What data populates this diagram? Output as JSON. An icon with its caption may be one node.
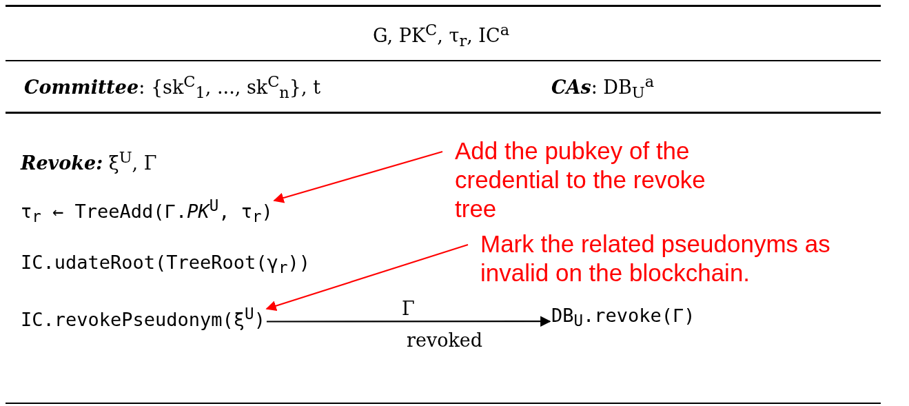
{
  "diagram": {
    "nodes": [
      {
        "text": [
          "Add the pubkey of the credential to the revoke tree"
        ]
      },
      {
        "text": [
          "τ$_{r}$ ← TreeAdd(Γ.*PK*$^{U}$, τ$_{r}$)"
        ]
      },
      {
        "text": [
          "Mark the related pseudonyms as invalid on the blockchain."
        ]
      },
      {
        "text": [
          "IC.revokePseudonym(ξ$^{U}$)"
        ]
      },
      {
        "text": [
          "DB$_{U}$.revoke(Γ)"
        ]
      }
    ],
    "edges": [
      {
        "from": 0,
        "to": 1,
        "arrow": "to",
        "color": "#ff0000"
      },
      {
        "from": 2,
        "to": 3,
        "arrow": "to",
        "color": "#ff0000"
      },
      {
        "from": 3,
        "to": 4,
        "arrow": "to",
        "label": "Γ",
        "color": "#000000"
      }
    ],
    "labels": [
      "G, PK$^{C}$, τ$_{r}$, IC$^{a}$",
      "**Committee**: {sk$^{C}$$_{1}$, ..., sk$^{C}$$_{n}$}, t",
      "**CAs**: DB$_{U}$$^{a}$",
      "**Revoke:** ξ$^{U}$, Γ",
      "IC.udateRoot(TreeRoot(γ$_{r}$))",
      "revoked"
    ]
  }
}
